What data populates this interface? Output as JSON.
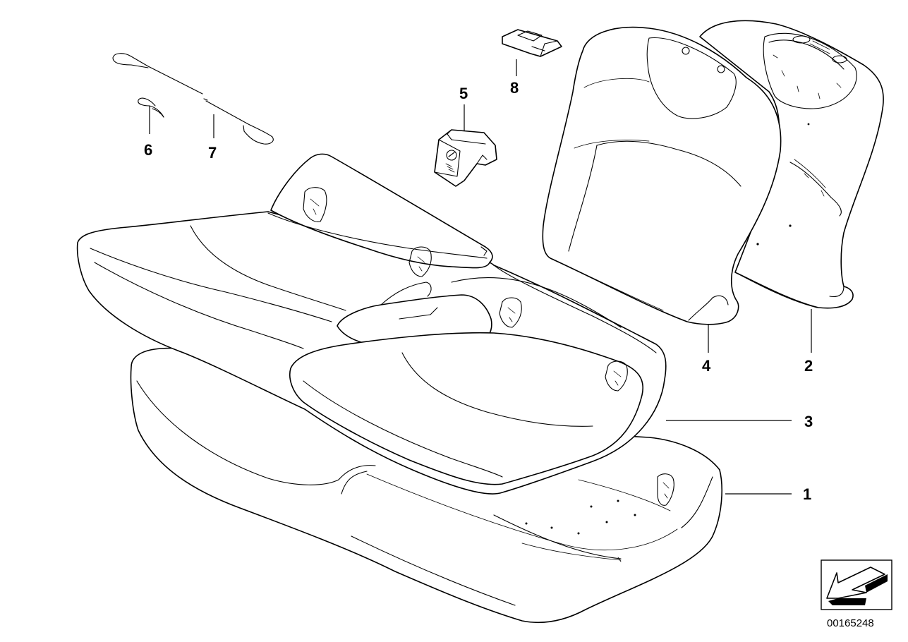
{
  "diagram": {
    "callouts": {
      "c1": "1",
      "c2": "2",
      "c3": "3",
      "c4": "4",
      "c5": "5",
      "c6": "6",
      "c7": "7",
      "c8": "8"
    },
    "diagram_id": "00165248",
    "icon": "direction-arrow-icon"
  }
}
